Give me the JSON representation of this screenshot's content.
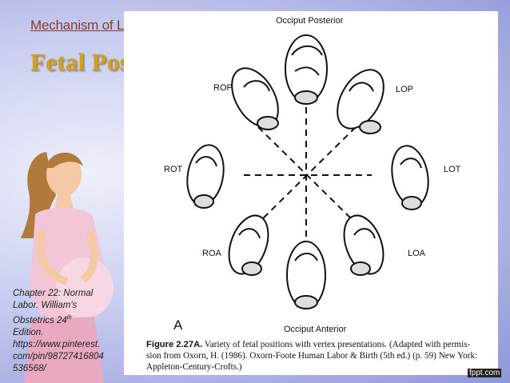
{
  "slide": {
    "subtitle": "Mechanism of Labor:",
    "title": "Fetal Position",
    "citation": {
      "line1": "Chapter 22: Normal",
      "line2": "Labor. William's",
      "line3_base": "Obstetrics 24",
      "line3_sup": "th",
      "line4": "Edition.",
      "line5": "https://www.pinterest.",
      "line6": "com/pin/98727416804",
      "line7": "536568/"
    },
    "watermark": "fppt.com"
  },
  "figure": {
    "labels": {
      "op": "Occiput Posterior",
      "oa": "Occiput Anterior",
      "rop": "ROP",
      "lop": "LOP",
      "rot": "ROT",
      "lot": "LOT",
      "roa": "ROA",
      "loa": "LOA",
      "panel": "A"
    },
    "caption": {
      "fig": "Figure 2.27A.",
      "line1": "Variety of fetal positions with vertex presentations. (Adapted with permis-",
      "line2": "sion from Oxorn, H. (1986). Oxorn-Foote Human Labor & Birth (5th ed.) (p. 59) New York:",
      "line3": "Appleton-Century-Crofts.)"
    }
  },
  "colors": {
    "title": "#d4a017",
    "subtitle": "#8a3b2a",
    "background": "#aab0e6"
  }
}
